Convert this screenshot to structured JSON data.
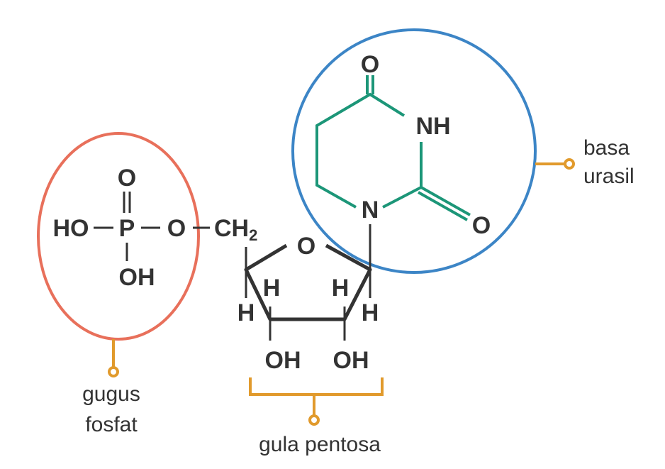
{
  "colors": {
    "phosphate_circle": "#e8705b",
    "base_circle": "#3c85c6",
    "base_ring": "#1c9678",
    "bracket": "#e19a2c",
    "text": "#333333"
  },
  "atoms": {
    "phosphate_o_top": "O",
    "phosphate_ho": "HO",
    "phosphate_p": "P",
    "phosphate_o_link": "O",
    "phosphate_oh": "OH",
    "ch2": "CH",
    "ch2_sub": "2",
    "sugar_o": "O",
    "h_left_outer": "H",
    "h_left_inner": "H",
    "h_right_inner": "H",
    "h_right_outer": "H",
    "oh_left": "OH",
    "oh_right": "OH",
    "base_o_top": "O",
    "base_nh": "NH",
    "base_n": "N",
    "base_o_right": "O"
  },
  "labels": {
    "phosphate_line1": "gugus",
    "phosphate_line2": "fosfat",
    "sugar": "gula pentosa",
    "base_line1": "basa",
    "base_line2": "urasil"
  }
}
